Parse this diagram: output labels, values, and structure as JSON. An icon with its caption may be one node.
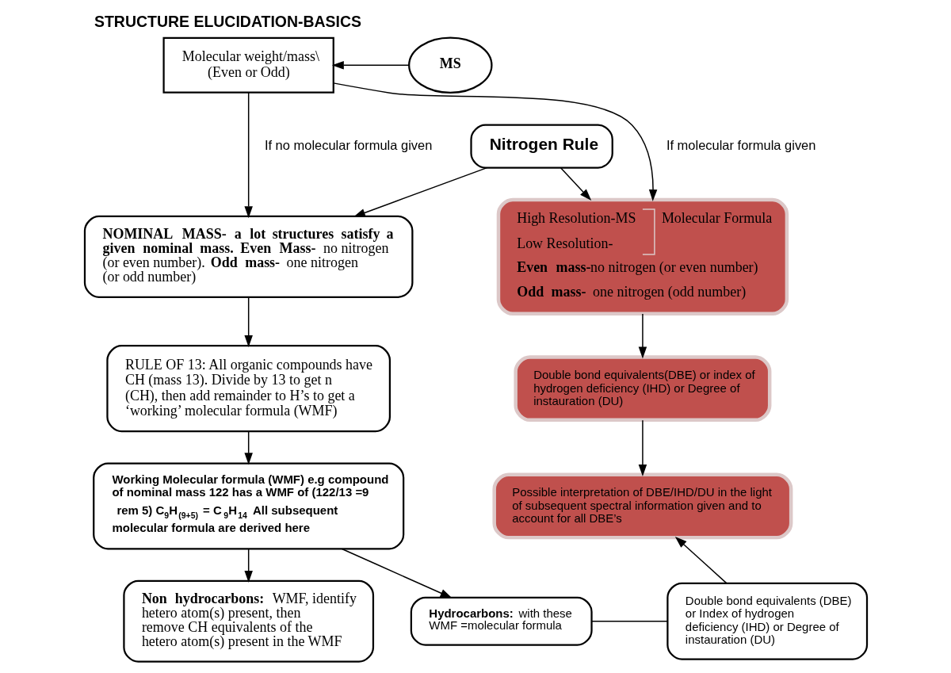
{
  "diagram": {
    "title": "STRUCTURE ELUCIDATION-BASICS",
    "nodes": [
      {
        "text": [
          "Molecular weight/mass\\ (Even or Odd)"
        ]
      },
      {
        "text": [
          "MS"
        ]
      },
      {
        "text": [
          "Nitrogen Rule"
        ]
      },
      {
        "text": [
          "**NOMINAL MASS- a lot structures satisfy a given nominal mass. Even Mass-** no nitrogen (or even number). **Odd mass-** one nitrogen (or odd number)"
        ]
      },
      {
        "text": [
          "RULE OF 13: All organic compounds have CH (mass 13). Divide by 13 to get n (CH), then add remainder to H’s to get a ‘working’ molecular formula (WMF)"
        ]
      },
      {
        "text": [
          "Working Molecular formula (WMF) e.g compound of nominal mass 122 has a WMF of (122/13 =9 rem 5) C$_{9}$H$_{(9+5)}$ = C$_{9}$H$_{14}$ All subsequent molecular formula are derived here"
        ]
      },
      {
        "text": [
          "**Non hydrocarbons:** WMF, identify hetero atom(s) present, then remove CH equivalents of the hetero atom(s) present in the WMF"
        ]
      },
      {
        "text": [
          "**Hydrocarbons:** with these WMF =molecular formula"
        ]
      },
      {
        "text": [
          "High Resolution-MS",
          "Molecular Formula",
          "Low Resolution-",
          "**Even mass-**no nitrogen (or even number)",
          "**Odd mass-** one nitrogen (odd number)"
        ]
      },
      {
        "text": [
          "Double bond equivalents(DBE) or index of hydrogen deficiency (IHD) or Degree of instauration (DU)"
        ]
      },
      {
        "text": [
          "Possible interpretation of DBE/IHD/DU in the light of subsequent spectral information given and to account for all DBE’s"
        ]
      },
      {
        "text": [
          "Double bond equivalents (DBE) or Index of hydrogen deficiency (IHD) or Degree of instauration (DU)"
        ]
      }
    ],
    "edges": [
      {
        "from": 1,
        "to": 0,
        "arrow": "to"
      },
      {
        "from": 0,
        "to": 3,
        "arrow": "to",
        "label": "If no molecular formula given"
      },
      {
        "from": 0,
        "to": 8,
        "arrow": "to",
        "label": "If molecular formula given"
      },
      {
        "from": 2,
        "to": 3,
        "arrow": "to"
      },
      {
        "from": 2,
        "to": 8,
        "arrow": "to"
      },
      {
        "from": 3,
        "to": 4,
        "arrow": "to"
      },
      {
        "from": 4,
        "to": 5,
        "arrow": "to"
      },
      {
        "from": 5,
        "to": 6,
        "arrow": "to"
      },
      {
        "from": 5,
        "to": 7,
        "arrow": "to"
      },
      {
        "from": 8,
        "to": 9,
        "arrow": "to"
      },
      {
        "from": 9,
        "to": 10,
        "arrow": "to"
      },
      {
        "from": 11,
        "to": 10,
        "arrow": "to"
      },
      {
        "from": 7,
        "to": 11,
        "arrow": "none"
      }
    ]
  }
}
